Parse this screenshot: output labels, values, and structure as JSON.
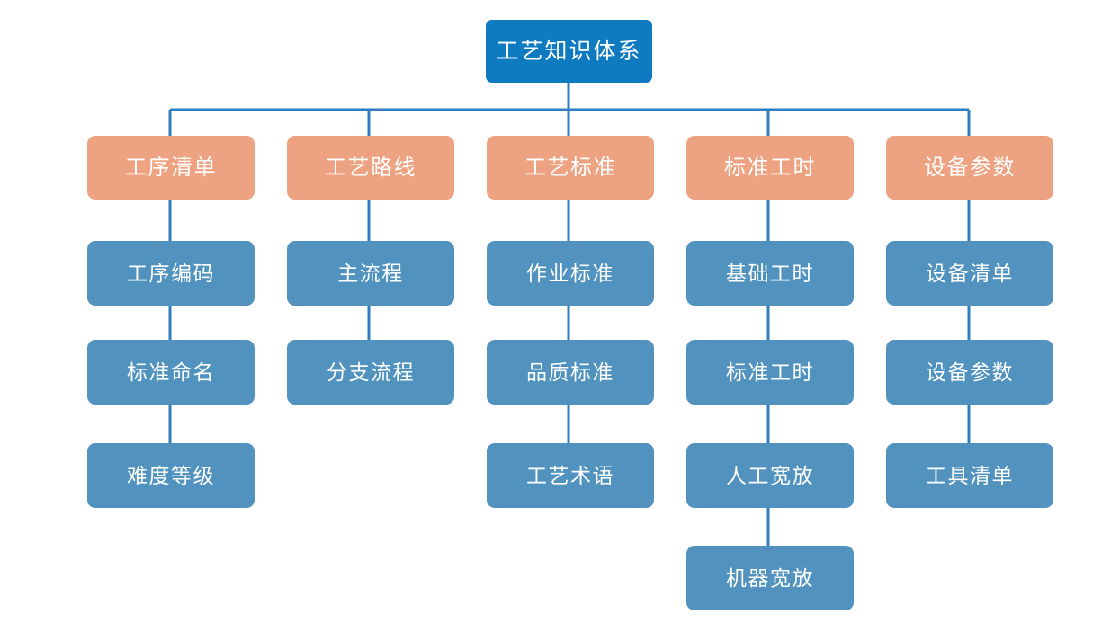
{
  "diagram": {
    "title": "工艺知识体系",
    "type": "tree-org-chart",
    "colors": {
      "root": "#0E7AC0",
      "category": "#EDA381",
      "leaf": "#5193BE",
      "connector": "#2E7EBF",
      "text": "#FFFFFF",
      "background": "#FFFFFF"
    },
    "root": {
      "label": "工艺知识体系",
      "level": 0
    },
    "branches": [
      {
        "label": "工序清单",
        "level": 1,
        "children": [
          {
            "label": "工序编码",
            "level": 2
          },
          {
            "label": "标准命名",
            "level": 3
          },
          {
            "label": "难度等级",
            "level": 4
          }
        ]
      },
      {
        "label": "工艺路线",
        "level": 1,
        "children": [
          {
            "label": "主流程",
            "level": 2
          },
          {
            "label": "分支流程",
            "level": 3
          }
        ]
      },
      {
        "label": "工艺标准",
        "level": 1,
        "children": [
          {
            "label": "作业标准",
            "level": 2
          },
          {
            "label": "品质标准",
            "level": 3
          },
          {
            "label": "工艺术语",
            "level": 4
          }
        ]
      },
      {
        "label": "标准工时",
        "level": 1,
        "children": [
          {
            "label": "基础工时",
            "level": 2
          },
          {
            "label": "标准工时",
            "level": 3
          },
          {
            "label": "人工宽放",
            "level": 4
          },
          {
            "label": "机器宽放",
            "level": 5
          }
        ]
      },
      {
        "label": "设备参数",
        "level": 1,
        "children": [
          {
            "label": "设备清单",
            "level": 2
          },
          {
            "label": "设备参数",
            "level": 3
          },
          {
            "label": "工具清单",
            "level": 4
          }
        ]
      }
    ]
  }
}
